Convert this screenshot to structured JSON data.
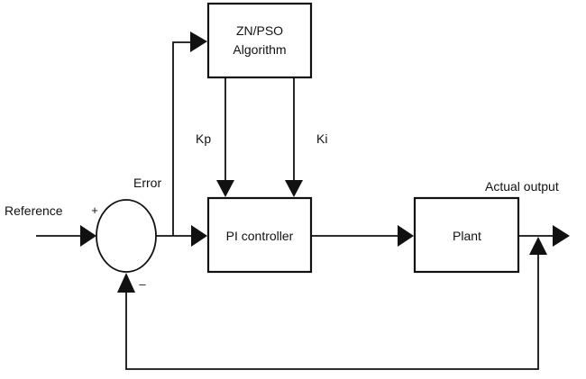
{
  "diagram": {
    "type": "control-loop block diagram",
    "blocks": {
      "tuner": {
        "line1": "ZN/PSO",
        "line2": "Algorithm"
      },
      "controller": {
        "label": "PI controller"
      },
      "plant": {
        "label": "Plant"
      }
    },
    "summing_junction": {
      "plus_sign": "+",
      "minus_sign": "–"
    },
    "signals": {
      "reference": "Reference",
      "error": "Error",
      "kp": "Kp",
      "ki": "Ki",
      "output": "Actual output"
    }
  }
}
